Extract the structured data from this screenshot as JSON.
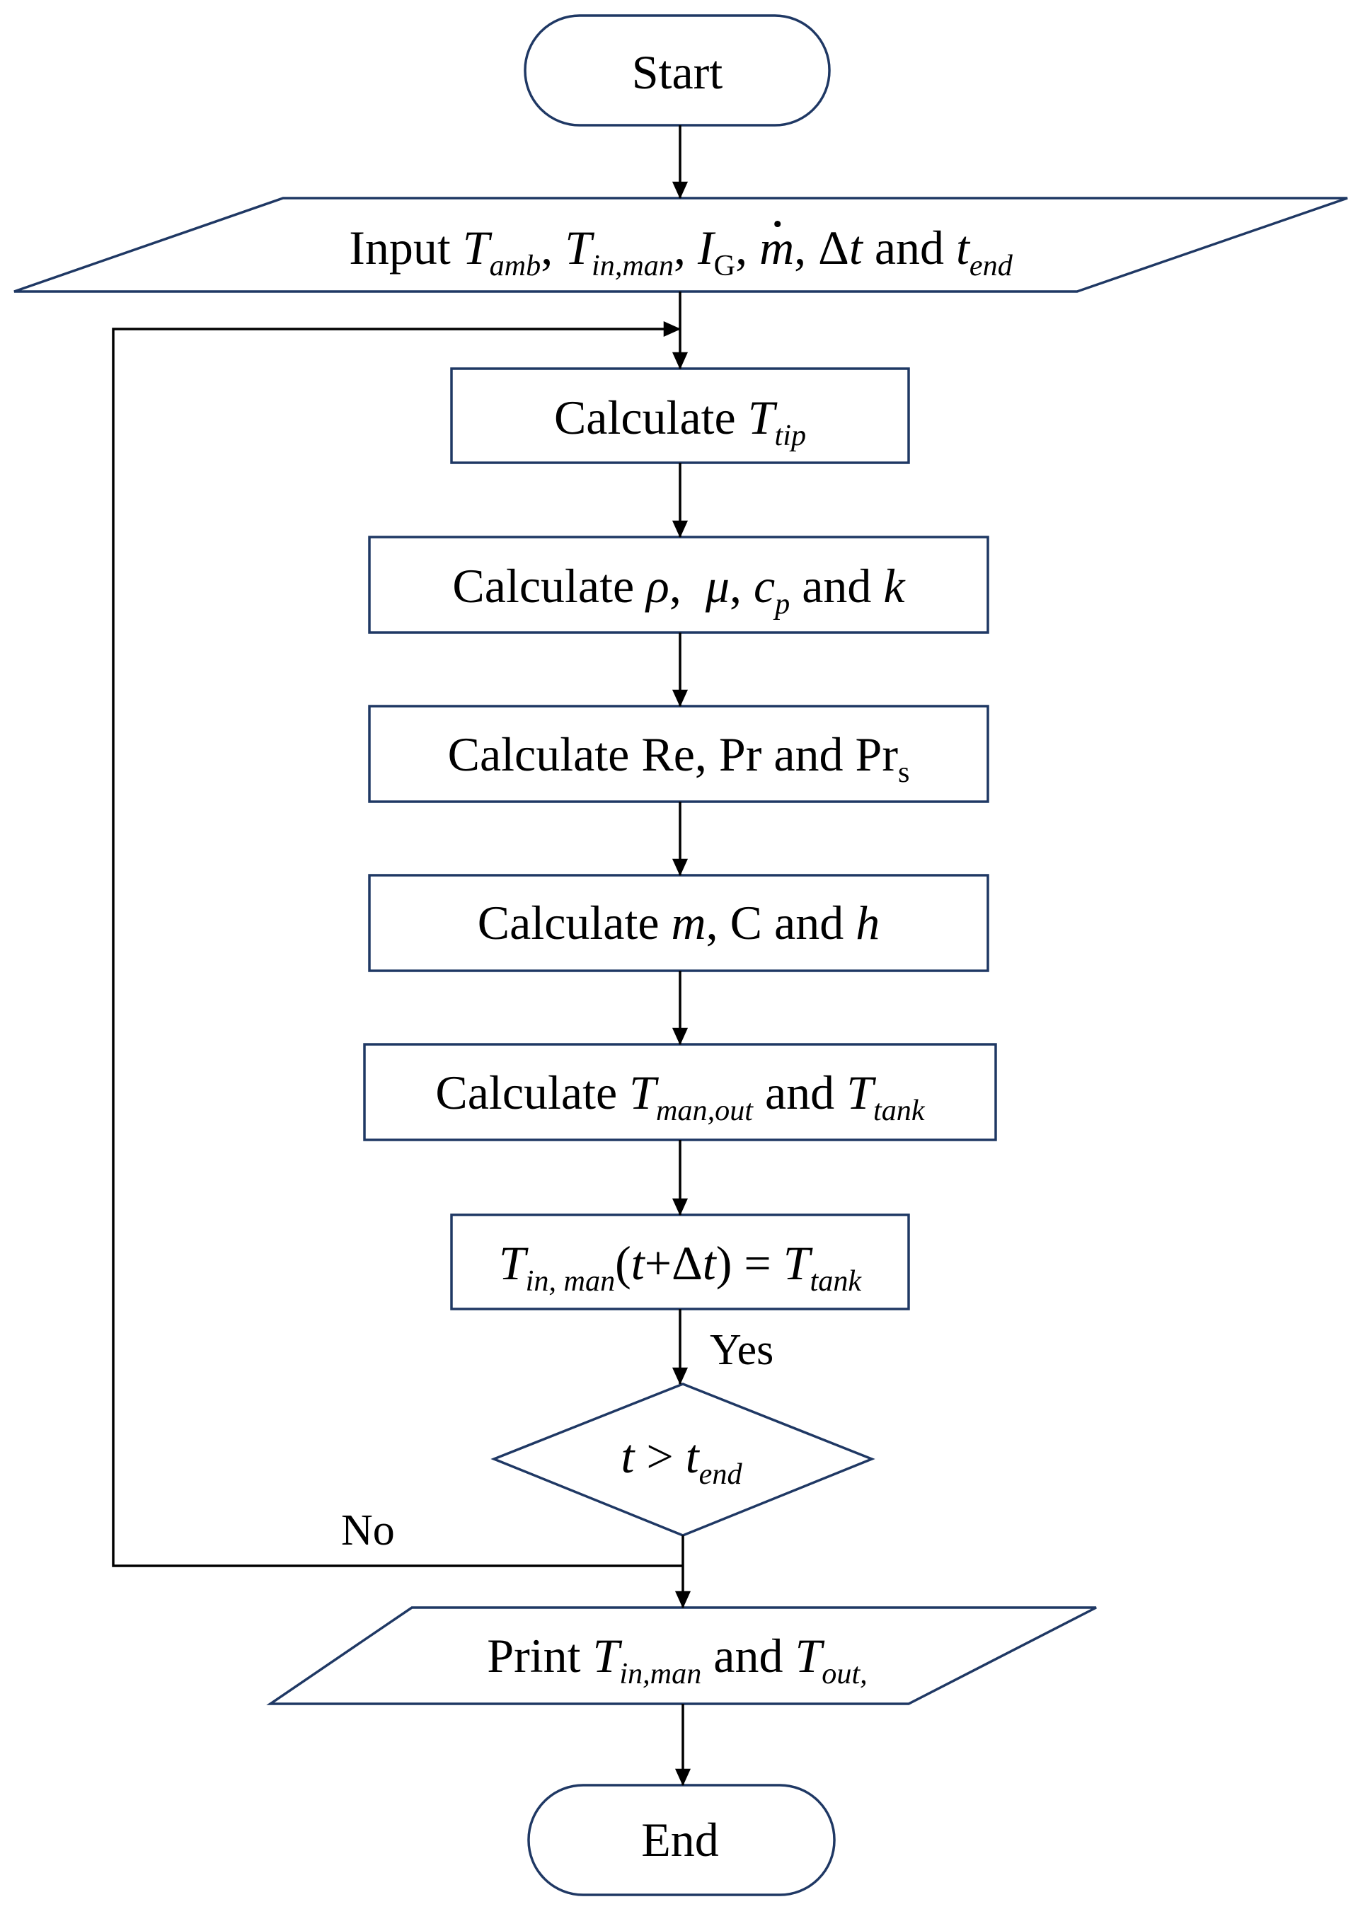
{
  "colors": {
    "box_outline": "#1f3864",
    "connector": "#000000",
    "background": "#ffffff"
  },
  "nodes": {
    "start": {
      "text": "Start"
    },
    "input": {
      "word": "Input",
      "T": "T",
      "amb": "amb",
      "in_man": "in,man",
      "I": "I",
      "G": "G",
      "m": "m",
      "delta": "Δ",
      "t": "t",
      "and": "and",
      "end": "end"
    },
    "calc_tip": {
      "word": "Calculate",
      "T": "T",
      "sub": "tip"
    },
    "calc_props": {
      "word": "Calculate",
      "rho": "ρ",
      "mu": "μ",
      "c": "c",
      "p": "p",
      "and": "and",
      "k": "k"
    },
    "calc_re": {
      "text": "Calculate Re, Pr and Pr",
      "sub": "s"
    },
    "calc_mch": {
      "word": "Calculate",
      "m": "m",
      "C": "C",
      "and": "and",
      "h": "h"
    },
    "calc_out": {
      "word": "Calculate",
      "T": "T",
      "man_out": "man,out",
      "and": "and",
      "tank": "tank"
    },
    "update": {
      "T": "T",
      "in_man": "in, man",
      "open": "(",
      "t": "t",
      "plus": "+",
      "delta": "Δ",
      "close": ")",
      "eq": "=",
      "tank": "tank"
    },
    "decision": {
      "t": "t",
      "gt": ">",
      "end": "end"
    },
    "print": {
      "word": "Print",
      "T": "T",
      "in_man": "in,man",
      "and": "and",
      "out": "out,"
    },
    "end": {
      "text": "End"
    }
  },
  "branches": {
    "yes": "Yes",
    "no": "No"
  }
}
